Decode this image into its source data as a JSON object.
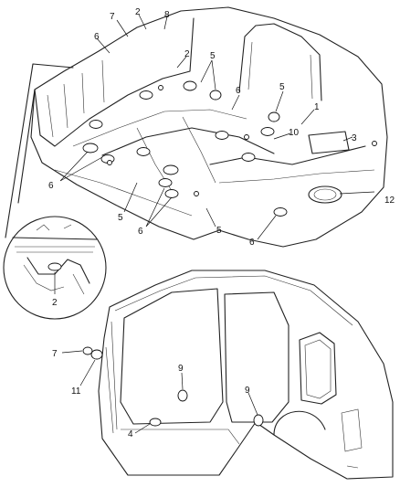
{
  "diagram": {
    "callouts": {
      "c1": "1",
      "c2a": "2",
      "c2b": "2",
      "c2c": "2",
      "c3": "3",
      "c4": "4",
      "c5a": "5",
      "c5b": "5",
      "c5c": "5",
      "c5d": "5",
      "c6a": "6",
      "c6b": "6",
      "c6c": "6",
      "c6d": "6",
      "c6e": "6",
      "c7a": "7",
      "c7b": "7",
      "c8": "8",
      "c9a": "9",
      "c9b": "9",
      "c10": "10",
      "c11": "11",
      "c12": "12"
    }
  }
}
